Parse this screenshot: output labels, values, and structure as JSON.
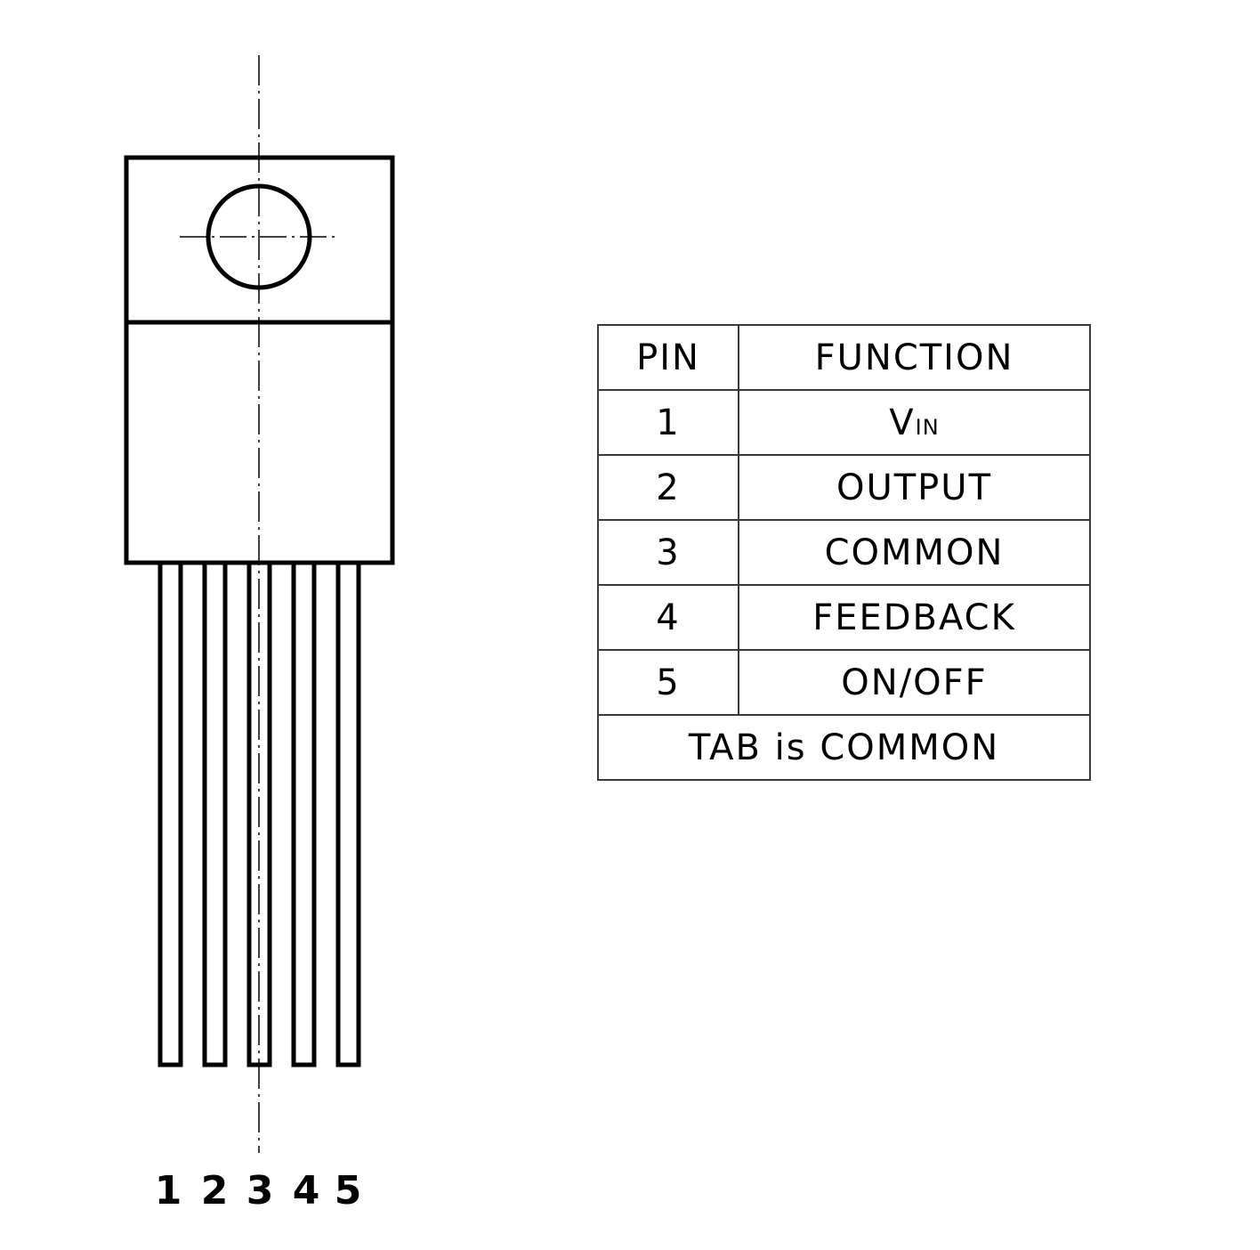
{
  "table": {
    "header": {
      "pin": "PIN",
      "function": "FUNCTION"
    },
    "rows": [
      {
        "pin": "1",
        "function_main": "V",
        "function_sub": "IN"
      },
      {
        "pin": "2",
        "function": "OUTPUT"
      },
      {
        "pin": "3",
        "function": "COMMON"
      },
      {
        "pin": "4",
        "function": "FEEDBACK"
      },
      {
        "pin": "5",
        "function": "ON/OFF"
      }
    ],
    "footer": "TAB is COMMON"
  },
  "pin_labels": [
    "1",
    "2",
    "3",
    "4",
    "5"
  ]
}
